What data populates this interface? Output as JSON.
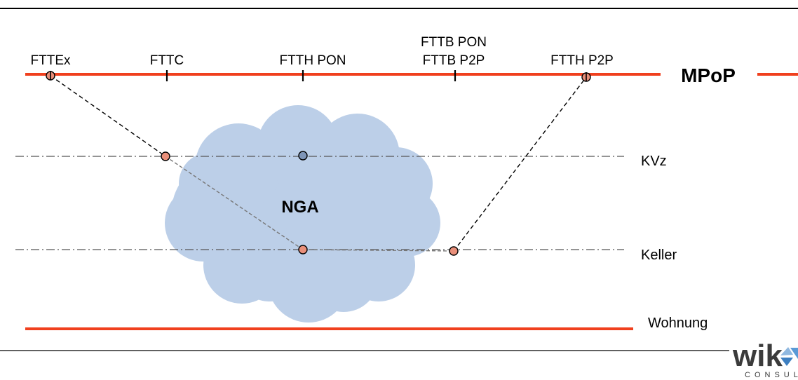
{
  "diagram": {
    "colors": {
      "bar": "#f0401e",
      "cloud": "#bccfe8",
      "node_orange": "#e98f7a",
      "node_blue": "#7e95b7",
      "rule": "#000000"
    },
    "top_labels": {
      "fttex": "FTTEx",
      "fttc": "FTTC",
      "ftth_pon": "FTTH PON",
      "fttb_pon": "FTTB PON",
      "fttb_p2p": "FTTB P2P",
      "ftth_p2p": "FTTH P2P"
    },
    "mpop_label": "MPoP",
    "cloud_label": "NGA",
    "levels": {
      "kvz": "KVz",
      "keller": "Keller",
      "wohnung": "Wohnung"
    },
    "logo": {
      "text": "wik",
      "sub": "CONSUL",
      "icon": "arrows-logo-icon"
    }
  }
}
